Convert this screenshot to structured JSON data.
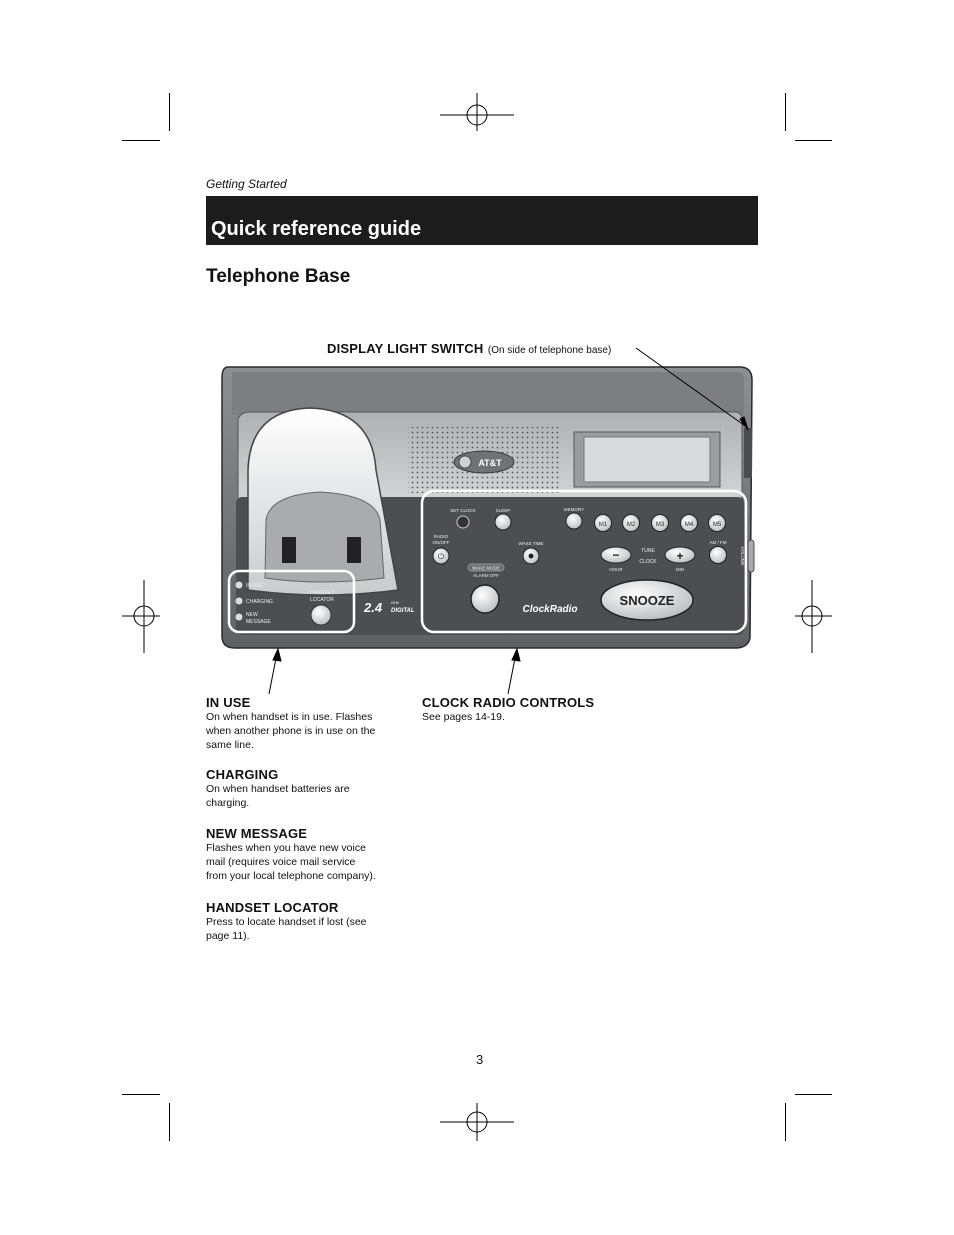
{
  "header": {
    "section": "Getting Started",
    "title": "Quick reference guide"
  },
  "subtitle": "Telephone Base",
  "display_light": {
    "label": "DISPLAY LIGHT SWITCH",
    "note": "(On side of telephone base)"
  },
  "base": {
    "brand": "AT&T",
    "model_badge": "2.4",
    "model_ghz": "GHz",
    "model_digital": "DIGITAL",
    "clock_radio_logo": "ClockRadio",
    "indicators": [
      "IN USE",
      "CHARGING",
      "NEW",
      "MESSAGE"
    ],
    "handset_locator": [
      "HANDSET",
      "LOCATOR"
    ],
    "buttons": {
      "set_clock": "SET CLOCK",
      "sleep": "SLEEP",
      "memory": "MEMORY",
      "presets": [
        "M1",
        "M2",
        "M3",
        "M4",
        "M5"
      ],
      "radio_on_off": [
        "RADIO",
        "ON/OFF"
      ],
      "wake_time": "WAKE TIME",
      "tune": "TUNE",
      "clock": "CLOCK",
      "hour": "HOUR",
      "min": "MIN",
      "am_fm": "AM / FM",
      "wake_mode": "WAKE MODE",
      "alarm_off": "ALARM OFF",
      "snooze": "SNOOZE",
      "volume": "VOLUME"
    }
  },
  "callouts": {
    "in_use": {
      "title": "IN USE",
      "lines": [
        "On when handset is in use. Flashes",
        "when another phone is in use on the",
        "same line."
      ]
    },
    "charging": {
      "title": "CHARGING",
      "lines": [
        "On when handset batteries are",
        "charging."
      ]
    },
    "new_message": {
      "title": "NEW MESSAGE",
      "lines": [
        "Flashes when you have new voice",
        "mail (requires voice mail service",
        "from your local telephone company)."
      ]
    },
    "handset_locator": {
      "title": "HANDSET LOCATOR",
      "lines": [
        "Press to locate handset if lost (see",
        "page 11)."
      ]
    },
    "clock_radio": {
      "title": "CLOCK RADIO CONTROLS",
      "lines": [
        "See pages 14-19."
      ]
    }
  },
  "page_number": "3"
}
